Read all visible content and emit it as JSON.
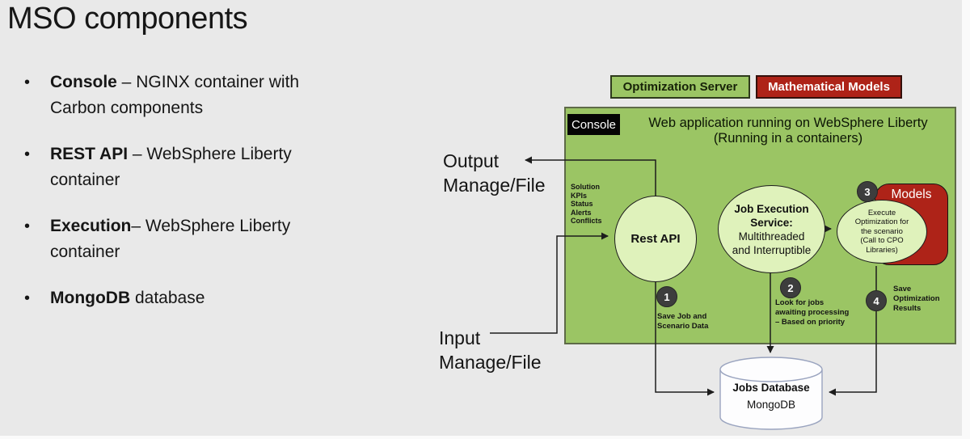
{
  "title": "MSO components",
  "bullets": [
    {
      "term": "Console",
      "rest": " – NGINX container with Carbon components"
    },
    {
      "term": "REST API",
      "rest": " – WebSphere Liberty container"
    },
    {
      "term": "Execution",
      "rest": "– WebSphere Liberty container"
    },
    {
      "term": "MongoDB",
      "rest": " database"
    }
  ],
  "legend": {
    "optimization_server": "Optimization Server",
    "mathematical_models": "Mathematical Models"
  },
  "diagram": {
    "console_label": "Console",
    "webapp_title": "Web application running on WebSphere Liberty\n(Running in a containers)",
    "output_label": "Output\nManage/File",
    "input_label": "Input\nManage/File",
    "kpi_list": "Solution\nKPIs\nStatus\nAlerts\nConflicts",
    "rest_api_label": "Rest API",
    "job_execution_bold": "Job Execution\nService:",
    "job_execution_regular": "Multithreaded\nand Interruptible",
    "models_label": "Models",
    "execute_ellipse_text": "Execute\nOptimization for\nthe scenario\n(Call to CPO\nLibraries)",
    "steps": [
      {
        "num": "1",
        "note": "Save Job and\nScenario Data"
      },
      {
        "num": "2",
        "note": "Look for jobs\nawaiting processing\n– Based on priority"
      },
      {
        "num": "3",
        "note": ""
      },
      {
        "num": "4",
        "note": "Save\nOptimization\nResults"
      }
    ],
    "database": {
      "name": "Jobs Database",
      "type": "MongoDB"
    }
  },
  "colors": {
    "background": "#e9e9e9",
    "green": "#9bc564",
    "light_green": "#dff2bb",
    "red": "#ae2318",
    "badge": "#3d3d3d",
    "line": "#1d1d1d",
    "cylinder_border": "#9aa4bf"
  }
}
